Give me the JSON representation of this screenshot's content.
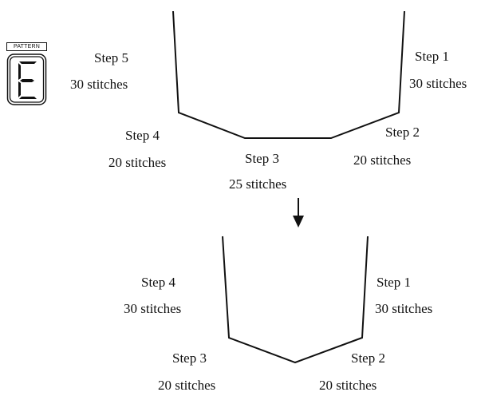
{
  "panel": {
    "label": "PATTERN",
    "display_char": "E",
    "icon": "seven-segment-display-icon"
  },
  "diagram": {
    "before": {
      "steps": [
        {
          "step": "Step 1",
          "stitches": "30 stitches"
        },
        {
          "step": "Step 2",
          "stitches": "20 stitches"
        },
        {
          "step": "Step 3",
          "stitches": "25 stitches"
        },
        {
          "step": "Step 4",
          "stitches": "20 stitches"
        },
        {
          "step": "Step 5",
          "stitches": "30 stitches"
        }
      ]
    },
    "after": {
      "steps": [
        {
          "step": "Step 1",
          "stitches": "30 stitches"
        },
        {
          "step": "Step 2",
          "stitches": "20 stitches"
        },
        {
          "step": "Step 3",
          "stitches": "20 stitches"
        },
        {
          "step": "Step 4",
          "stitches": "30 stitches"
        }
      ]
    },
    "arrow_icon": "arrow-down-icon"
  }
}
